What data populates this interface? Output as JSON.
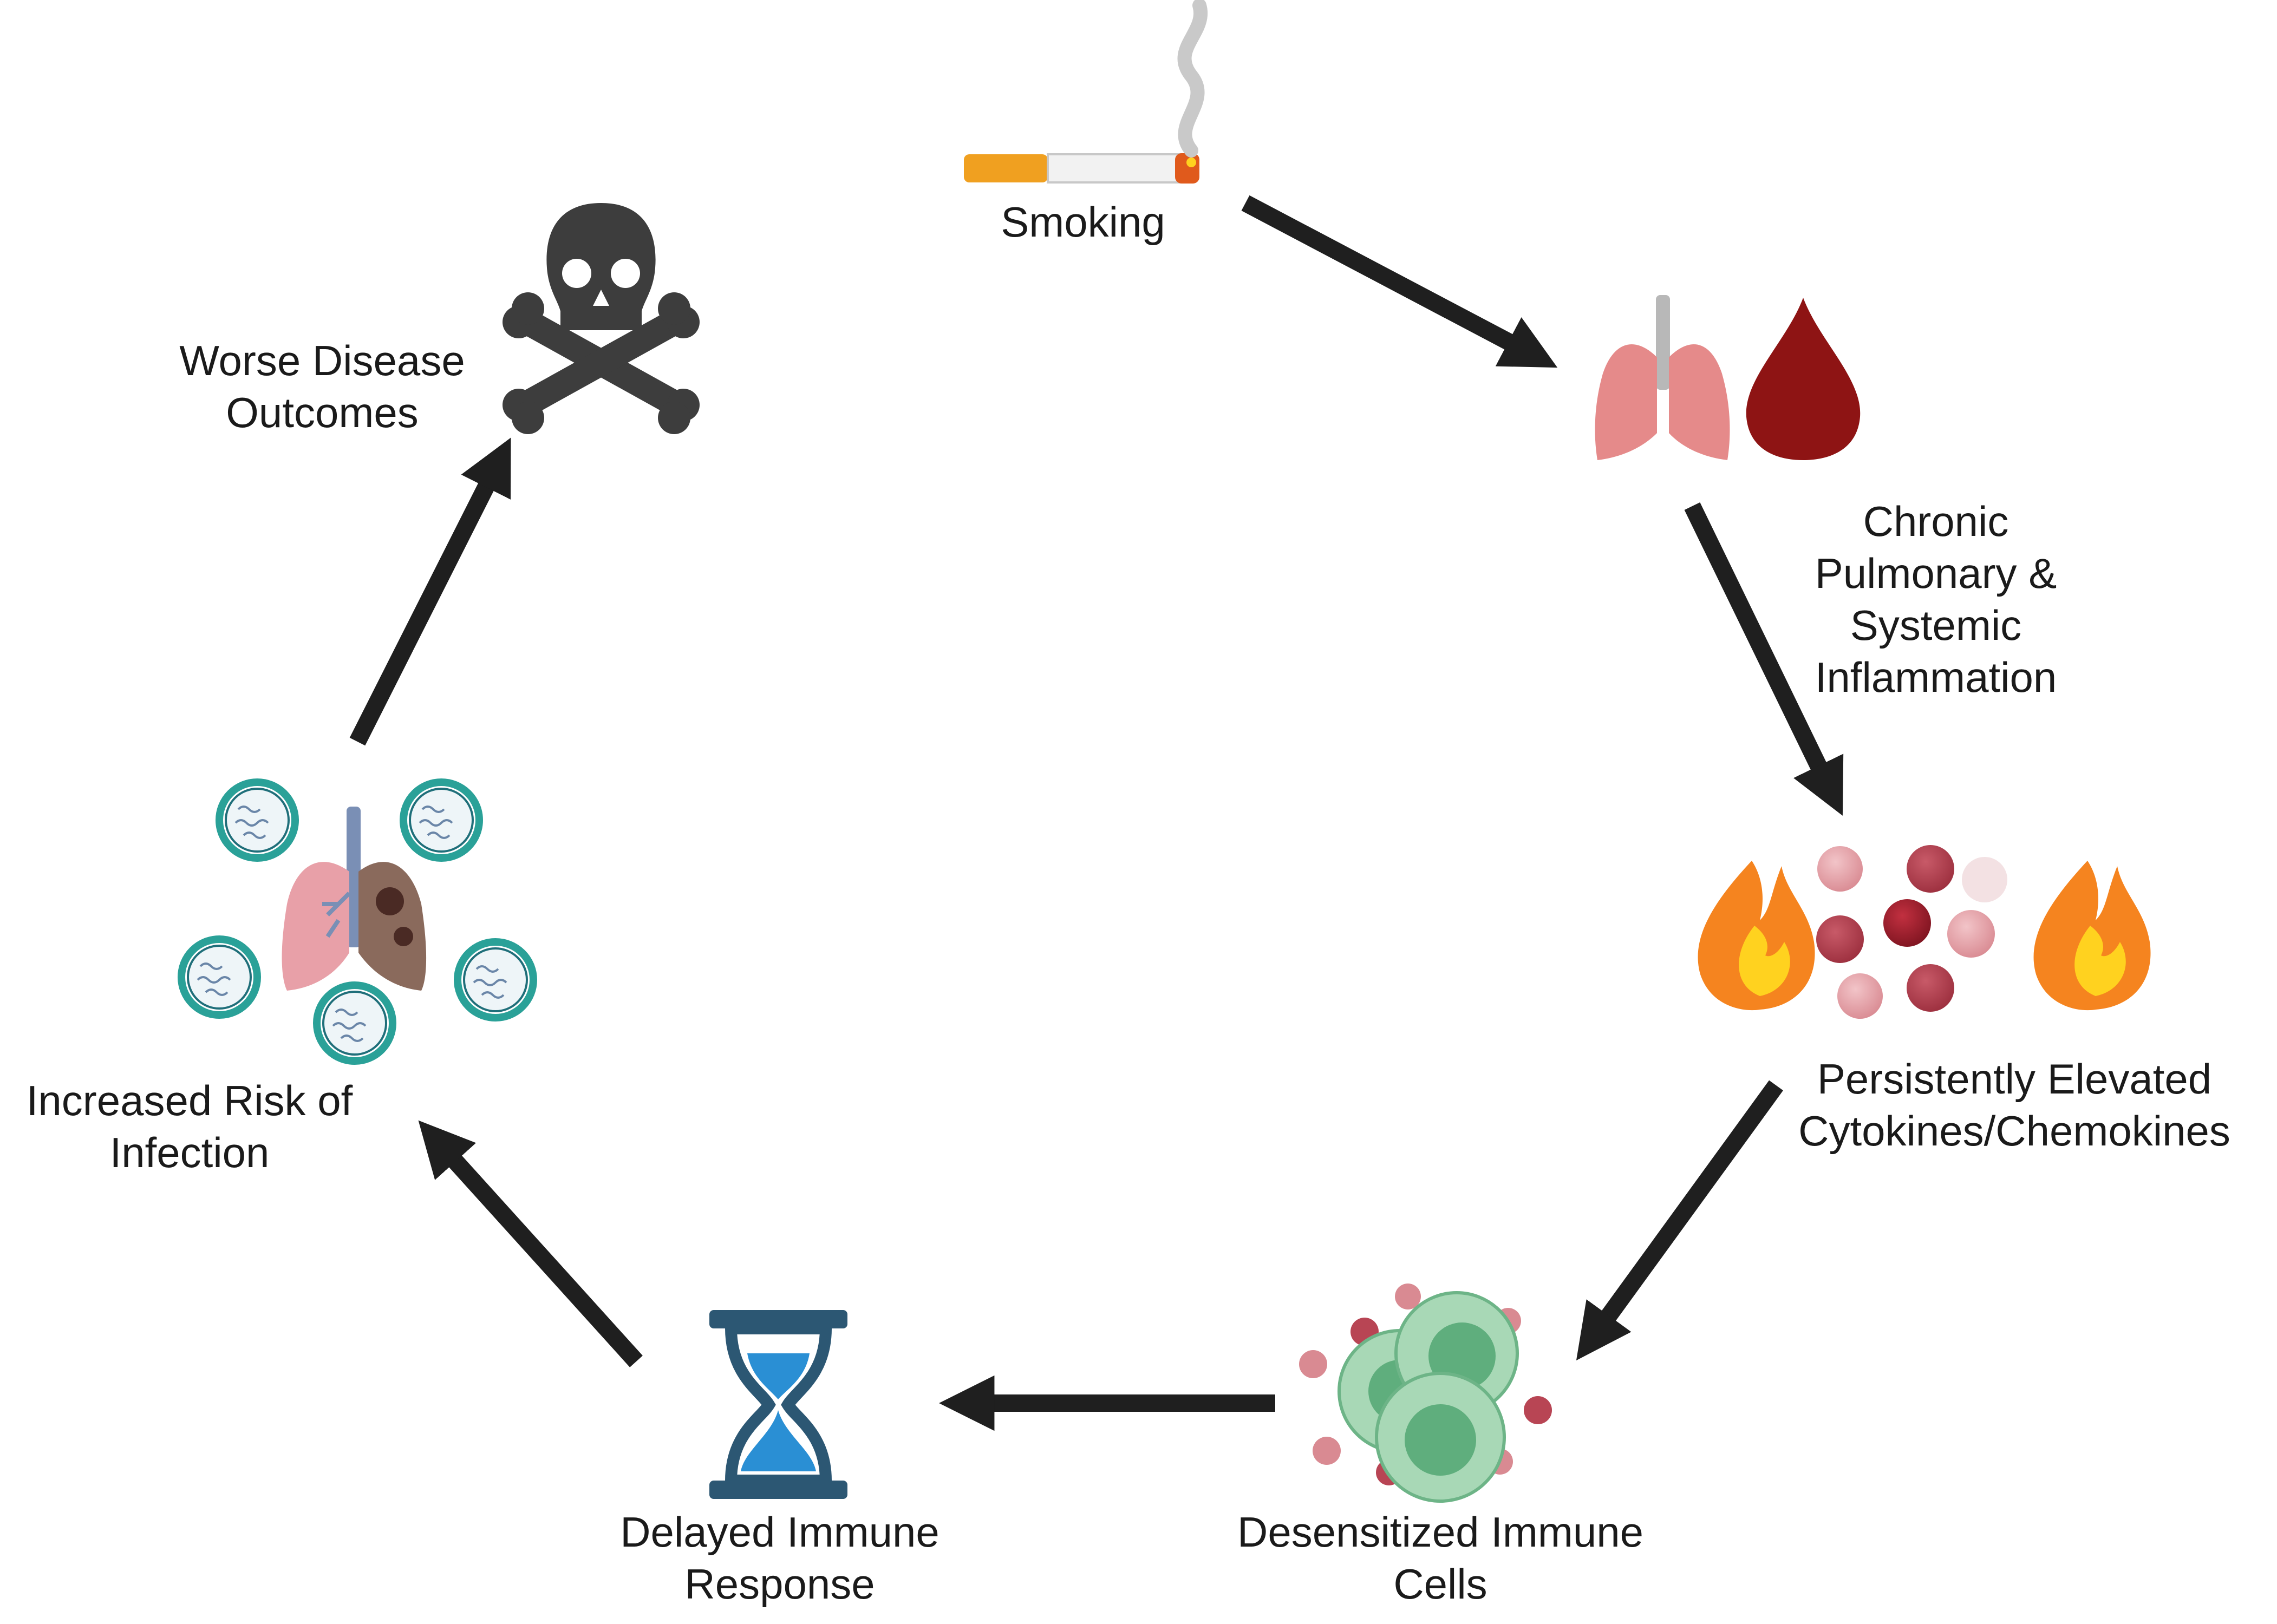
{
  "nodes": {
    "smoking": {
      "lines": [
        "Smoking"
      ],
      "icon": "cigarette-icon"
    },
    "inflammation": {
      "lines": [
        "Chronic",
        "Pulmonary &",
        "Systemic",
        "Inflammation"
      ],
      "icon": "lungs-blood-drop-icon"
    },
    "cytokines": {
      "lines": [
        "Persistently Elevated",
        "Cytokines/Chemokines"
      ],
      "icon": "cytokines-fire-icon"
    },
    "desensitized": {
      "lines": [
        "Desensitized Immune",
        "Cells"
      ],
      "icon": "immune-cells-icon"
    },
    "delayed": {
      "lines": [
        "Delayed Immune",
        "Response"
      ],
      "icon": "hourglass-icon"
    },
    "infection": {
      "lines": [
        "Increased Risk of",
        "Infection"
      ],
      "icon": "infected-lungs-virus-icon"
    },
    "outcomes": {
      "lines": [
        "Worse Disease",
        "Outcomes"
      ],
      "icon": "skull-crossbones-icon"
    }
  },
  "colors": {
    "arrow": "#1f1f1f",
    "skull": "#3d3d3d",
    "lung": "#e58a8a",
    "blood": "#8e1414",
    "flame_outer": "#f5841f",
    "flame_inner": "#ffd21f",
    "immune_cell": "#9fd1ad",
    "immune_nucleus": "#5fae7d",
    "hourglass_frame": "#2c5773",
    "sand": "#2a8fd4",
    "virus": "#2aa198",
    "cigarette_filter": "#f0a020"
  }
}
